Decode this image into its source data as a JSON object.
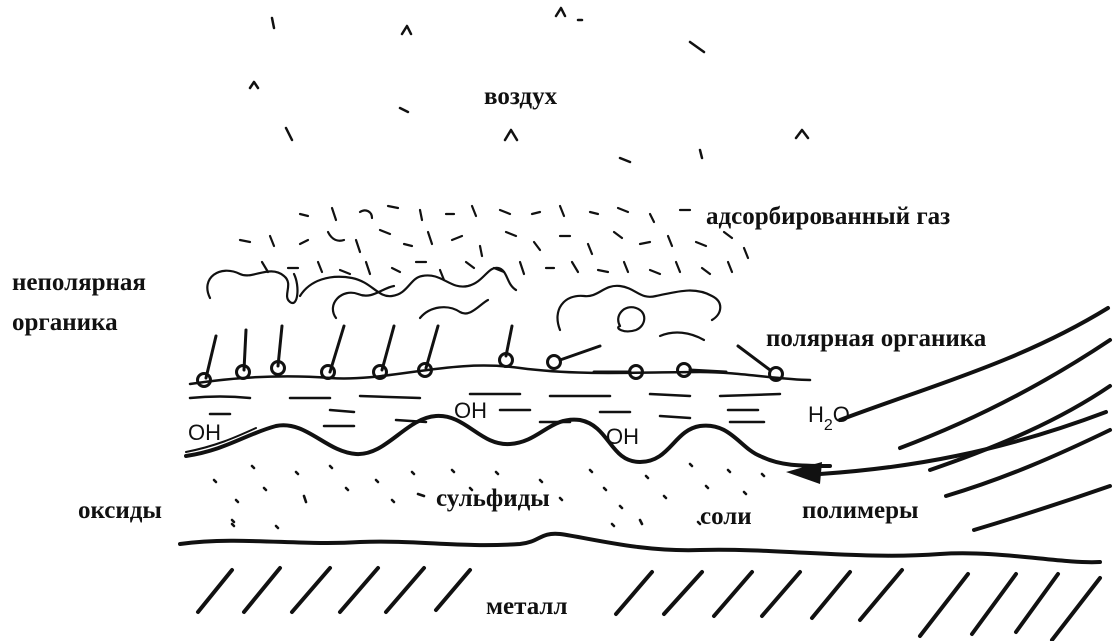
{
  "labels": {
    "air": "воздух",
    "adsorbed_gas": "адсорбированный газ",
    "nonpolar_organics_line1": "неполярная",
    "nonpolar_organics_line2": "органика",
    "polar_organics": "полярная органика",
    "water": "H",
    "water_sub": "2",
    "water_tail": "O",
    "oxides": "оксиды",
    "sulfides": "сульфиды",
    "salts": "соли",
    "polymers": "полимеры",
    "metal": "металл",
    "hydroxyl_1": "OH",
    "hydroxyl_2": "OH",
    "hydroxyl_3": "OH"
  },
  "colors": {
    "ink": "#111111",
    "background": "#ffffff"
  }
}
